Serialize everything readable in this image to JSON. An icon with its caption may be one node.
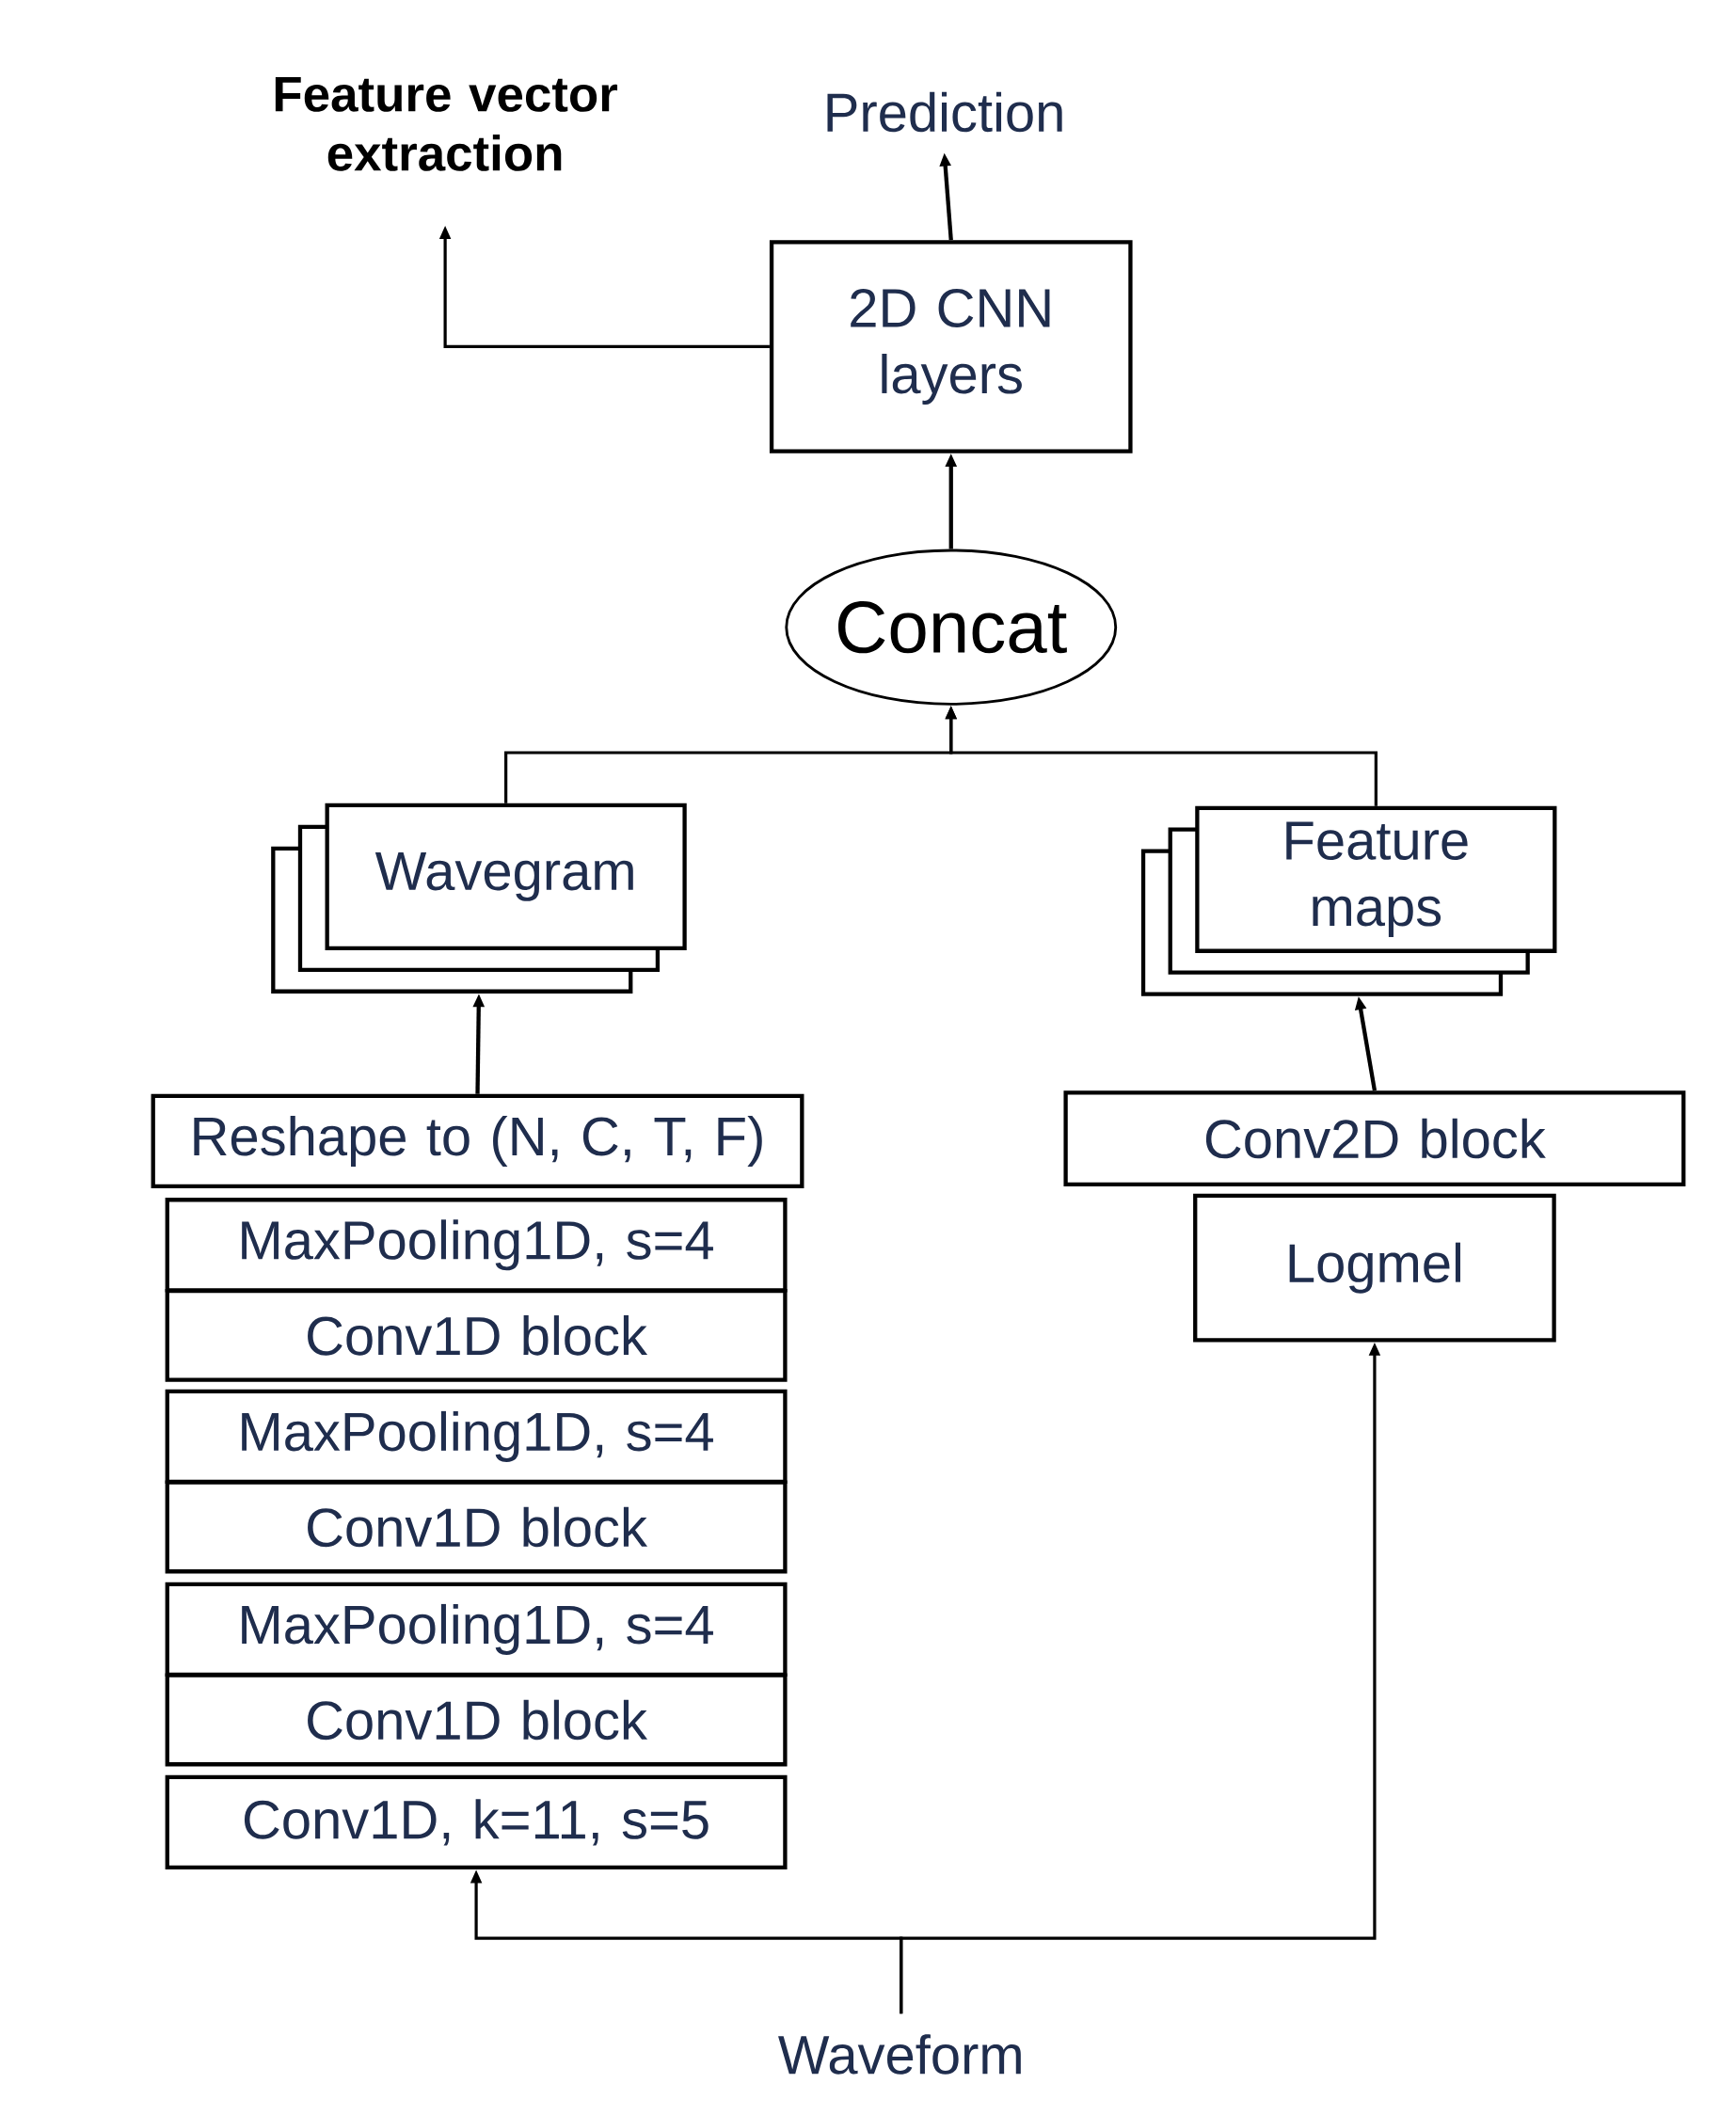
{
  "diagram": {
    "nodes": [
      {
        "text": [
          "Feature vector extraction"
        ]
      },
      {
        "text": [
          "Prediction"
        ]
      },
      {
        "text": [
          "2D CNN layers"
        ]
      },
      {
        "text": [
          "Concat"
        ]
      },
      {
        "text": [
          "Wavegram"
        ]
      },
      {
        "text": [
          "Feature maps"
        ]
      },
      {
        "text": [
          "Reshape to (N, C, T, F)"
        ]
      },
      {
        "text": [
          "MaxPooling1D, s=4"
        ]
      },
      {
        "text": [
          "Conv1D block"
        ]
      },
      {
        "text": [
          "MaxPooling1D, s=4"
        ]
      },
      {
        "text": [
          "Conv1D block"
        ]
      },
      {
        "text": [
          "MaxPooling1D, s=4"
        ]
      },
      {
        "text": [
          "Conv1D block"
        ]
      },
      {
        "text": [
          "Conv1D, k=11, s=5"
        ]
      },
      {
        "text": [
          "Conv2D block"
        ]
      },
      {
        "text": [
          "Logmel"
        ]
      },
      {
        "text": [
          "Waveform"
        ]
      }
    ],
    "edges": [
      {
        "from": 2,
        "to": 0,
        "arrow": "to"
      },
      {
        "from": 2,
        "to": 1,
        "arrow": "to"
      },
      {
        "from": 3,
        "to": 2,
        "arrow": "to"
      },
      {
        "from": 4,
        "to": 3,
        "arrow": "to"
      },
      {
        "from": 5,
        "to": 3,
        "arrow": "to"
      },
      {
        "from": 6,
        "to": 4,
        "arrow": "to"
      },
      {
        "from": 14,
        "to": 5,
        "arrow": "to"
      },
      {
        "from": 16,
        "to": 13,
        "arrow": "to"
      },
      {
        "from": 16,
        "to": 15,
        "arrow": "to"
      }
    ]
  }
}
